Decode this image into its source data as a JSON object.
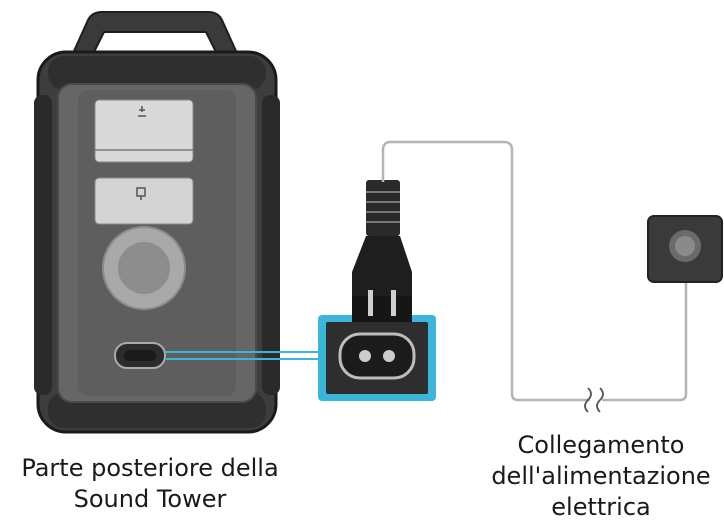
{
  "captions": {
    "device_label_line1": "Parte posteriore della",
    "device_label_line2": "Sound Tower",
    "power_label_line1": "Collegamento",
    "power_label_line2": "dell'alimentazione",
    "power_label_line3": "elettrica"
  },
  "colors": {
    "device_body": "#5c5c5c",
    "device_dark": "#2e2e2e",
    "panel_light": "#d8d8d8",
    "callout_highlight": "#3bb6d8",
    "cable": "#b5b5b5",
    "plug": "#222222"
  },
  "icons": [
    "sound-tower-speaker",
    "power-port-icon",
    "power-plug-icon",
    "wall-outlet-icon",
    "cable-break-icon"
  ]
}
